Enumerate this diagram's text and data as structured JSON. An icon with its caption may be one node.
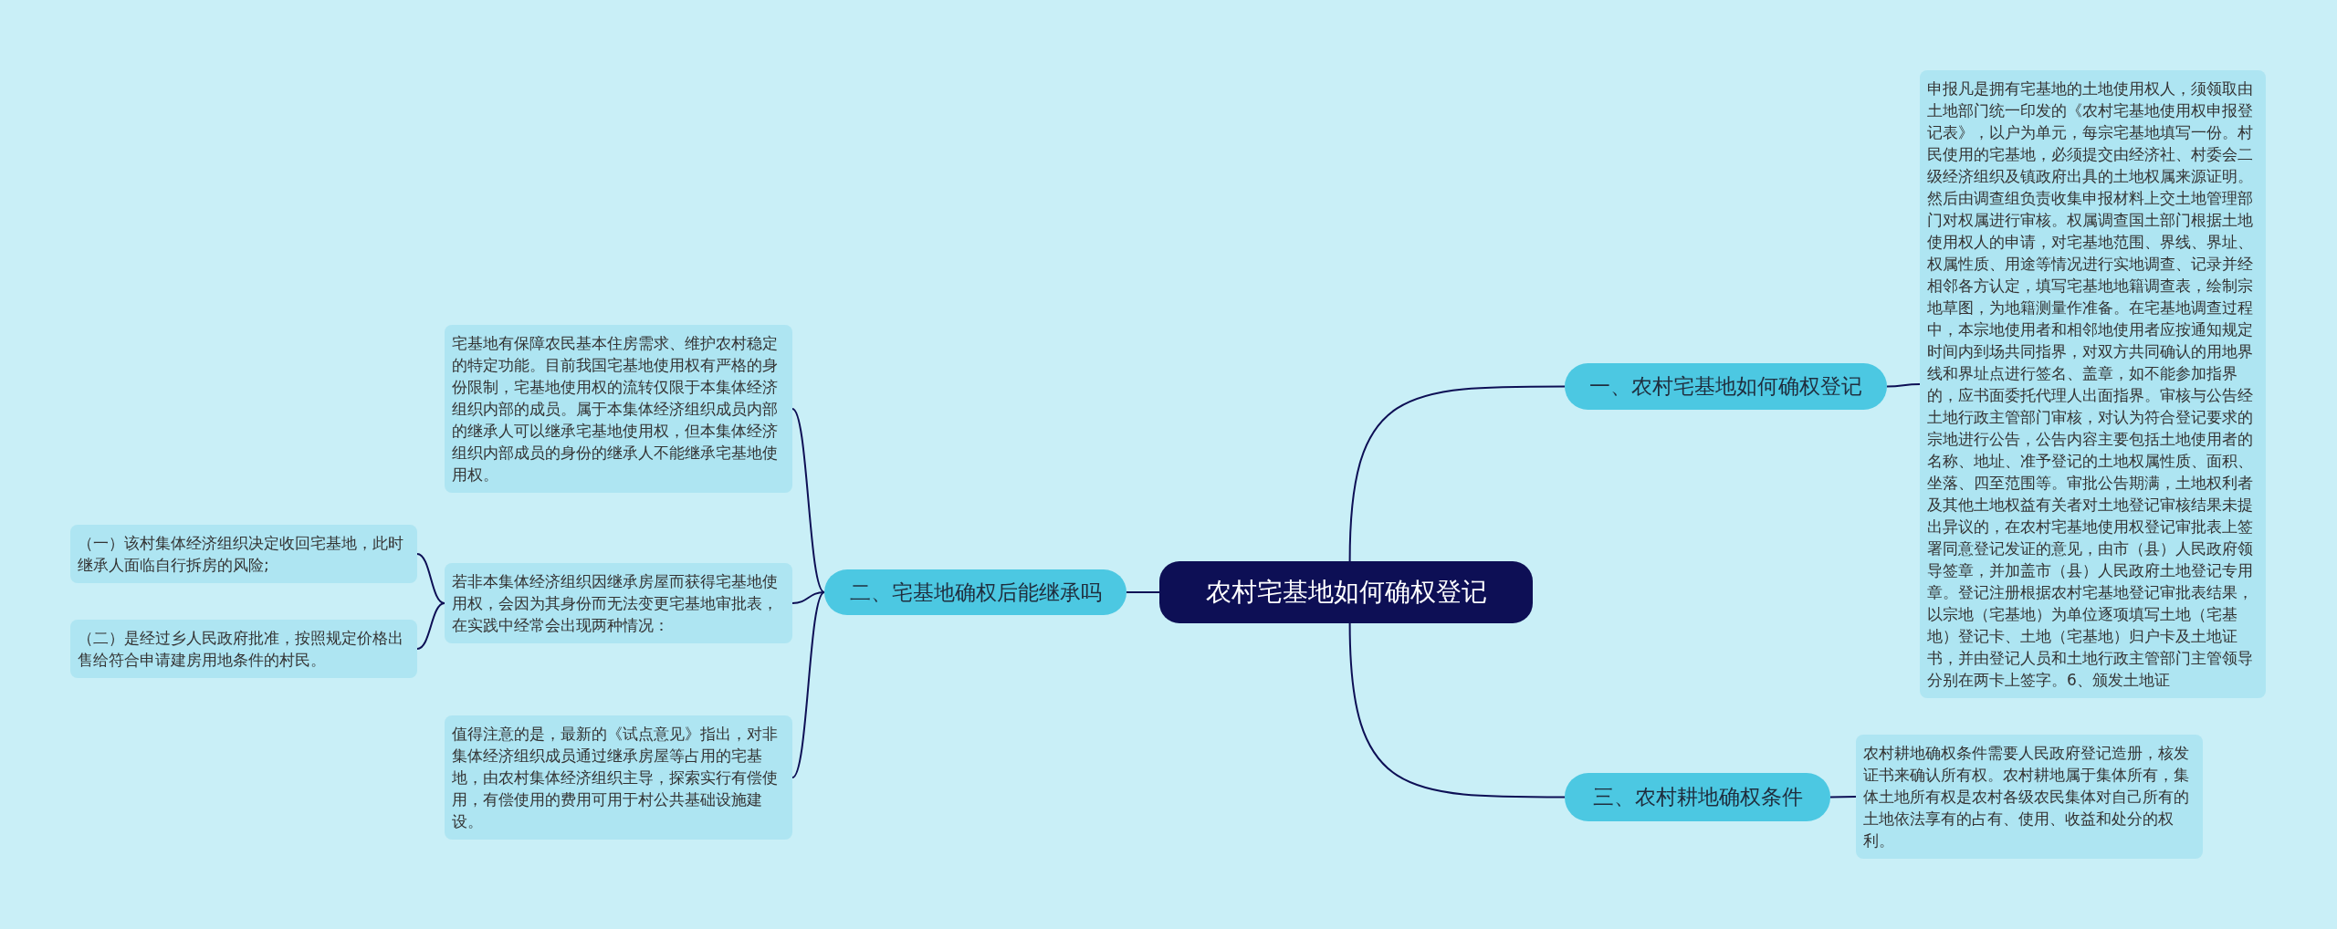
{
  "diagram": {
    "nodes": [
      {
        "text": [
          "农村宅基地如何确权登记"
        ]
      },
      {
        "text": [
          "一、农村宅基地如何确权登记"
        ]
      },
      {
        "text": [
          "申报凡是拥有宅基地的土地使用权人，须领取由土地部门统一印发的《农村宅基地使用权申报登记表》，以户为单元，每宗宅基地填写一份。村民使用的宅基地，必须提交由经济社、村委会二级经济组织及镇政府出具的土地权属来源证明。然后由调查组负责收集申报材料上交土地管理部门对权属进行审核。权属调查国土部门根据土地使用权人的申请，对宅基地范围、界线、界址、权属性质、用途等情况进行实地调查、记录并经相邻各方认定，填写宅基地地籍调查表，绘制宗地草图，为地籍测量作准备。在宅基地调查过程中，本宗地使用者和相邻地使用者应按通知规定时间内到场共同指界，对双方共同确认的用地界线和界址点进行签名、盖章，如不能参加指界的，应书面委托代理人出面指界。审核与公告经土地行政主管部门审核，对认为符合登记要求的宗地进行公告，公告内容主要包括土地使用者的名称、地址、准予登记的土地权属性质、面积、坐落、四至范围等。审批公告期满，土地权利者及其他土地权益有关者对土地登记审核结果未提出异议的，在农村宅基地使用权登记审批表上签署同意登记发证的意见，由市（县）人民政府领导签章，并加盖市（县）人民政府土地登记专用章。登记注册根据农村宅基地登记审批表结果，以宗地（宅基地）为单位逐项填写土地（宅基地）登记卡、土地（宅基地）归户卡及土地证书，并由登记人员和土地行政主管部门主管领导分别在两卡上签字。6、颁发土地证"
        ]
      },
      {
        "text": [
          "二、宅基地确权后能继承吗"
        ]
      },
      {
        "text": [
          "宅基地有保障农民基本住房需求、维护农村稳定的特定功能。目前我国宅基地使用权有严格的身份限制，宅基地使用权的流转仅限于本集体经济组织内部的成员。属于本集体经济组织成员内部的继承人可以继承宅基地使用权，但本集体经济组织内部成员的身份的继承人不能继承宅基地使用权。"
        ]
      },
      {
        "text": [
          "若非本集体经济组织因继承房屋而获得宅基地使用权，会因为其身份而无法变更宅基地审批表，在实践中经常会出现两种情况："
        ]
      },
      {
        "text": [
          "（一）该村集体经济组织决定收回宅基地，此时继承人面临自行拆房的风险;"
        ]
      },
      {
        "text": [
          "（二）是经过乡人民政府批准，按照规定价格出售给符合申请建房用地条件的村民。"
        ]
      },
      {
        "text": [
          "值得注意的是，最新的《试点意见》指出，对非集体经济组织成员通过继承房屋等占用的宅基地，由农村集体经济组织主导，探索实行有偿使用，有偿使用的费用可用于村公共基础设施建设。"
        ]
      },
      {
        "text": [
          "三、农村耕地确权条件"
        ]
      },
      {
        "text": [
          "农村耕地确权条件需要人民政府登记造册，核发证书来确认所有权。农村耕地属于集体所有，集体土地所有权是农村各级农民集体对自己所有的土地依法享有的占有、使用、收益和处分的权利。"
        ]
      }
    ],
    "edges": [
      {
        "from": 0,
        "to": 1,
        "arrow": "none"
      },
      {
        "from": 1,
        "to": 2,
        "arrow": "none"
      },
      {
        "from": 0,
        "to": 3,
        "arrow": "none"
      },
      {
        "from": 3,
        "to": 4,
        "arrow": "none"
      },
      {
        "from": 3,
        "to": 5,
        "arrow": "none"
      },
      {
        "from": 5,
        "to": 6,
        "arrow": "none"
      },
      {
        "from": 5,
        "to": 7,
        "arrow": "none"
      },
      {
        "from": 3,
        "to": 8,
        "arrow": "none"
      },
      {
        "from": 0,
        "to": 9,
        "arrow": "none"
      },
      {
        "from": 9,
        "to": 10,
        "arrow": "none"
      }
    ]
  }
}
